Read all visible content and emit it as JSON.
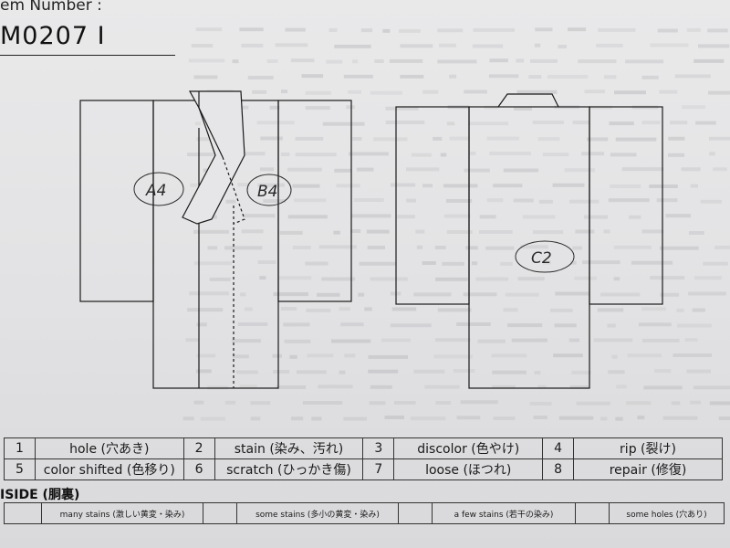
{
  "header": {
    "item_label": "em Number :",
    "item_number": "M0207  I"
  },
  "annotations": {
    "front_left": "A4",
    "front_right": "B4",
    "back": "C2"
  },
  "legend": [
    [
      {
        "num": "1",
        "label": "hole (穴あき)"
      },
      {
        "num": "2",
        "label": "stain (染み、汚れ)"
      },
      {
        "num": "3",
        "label": "discolor (色やけ)"
      },
      {
        "num": "4",
        "label": "rip (裂け)"
      }
    ],
    [
      {
        "num": "5",
        "label": "color shifted (色移り)"
      },
      {
        "num": "6",
        "label": "scratch (ひっかき傷)"
      },
      {
        "num": "7",
        "label": "loose (ほつれ)"
      },
      {
        "num": "8",
        "label": "repair (修復)"
      }
    ]
  ],
  "inside": {
    "label": "ISIDE (胴裏)",
    "items": [
      "many stains (激しい黄変・染み)",
      "some stains (多小の黄変・染み)",
      "a few stains (若干の染み)",
      "some holes (穴あり)"
    ]
  },
  "colors": {
    "paper": "#e5e5e7",
    "ink": "#1a1a1a",
    "pencil": "#2a2a2a",
    "ghost_text": "#bdbdc0"
  }
}
